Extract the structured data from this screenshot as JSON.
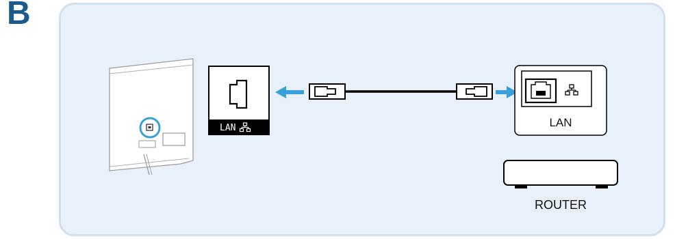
{
  "step_label": "B",
  "tv_port": {
    "label": "LAN",
    "icon": "network-icon"
  },
  "router_port": {
    "label": "LAN",
    "icon": "network-icon"
  },
  "router": {
    "label": "ROUTER"
  },
  "colors": {
    "accent_blue": "#3aa0dc",
    "panel_bg": "#e8f1fa",
    "panel_border": "#cfe0f1",
    "step_letter": "#1d5a8c"
  }
}
